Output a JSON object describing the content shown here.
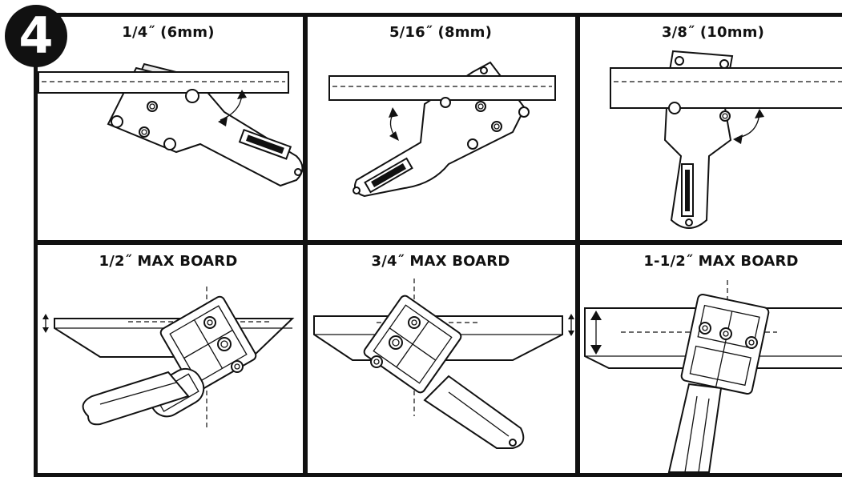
{
  "step": {
    "number": "4"
  },
  "panels": [
    {
      "label": "1/4˝ (6mm)"
    },
    {
      "label": "5/16˝ (8mm)"
    },
    {
      "label": "3/8˝ (10mm)"
    },
    {
      "label": "1/2˝ MAX BOARD"
    },
    {
      "label": "3/4˝ MAX BOARD"
    },
    {
      "label": "1-1/2˝ MAX BOARD"
    }
  ]
}
